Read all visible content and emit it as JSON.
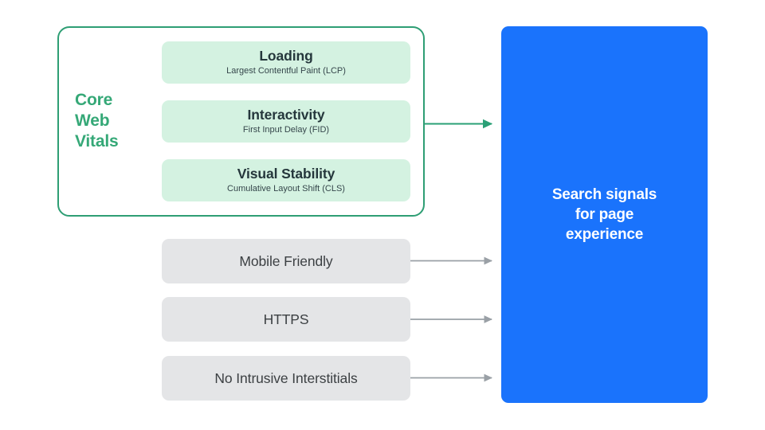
{
  "diagram": {
    "title": "Search signals for page experience",
    "colors": {
      "panel_border": "#2e9e74",
      "vital_card_bg": "#d4f2e1",
      "vital_label": "#35a877",
      "gray_card_bg": "#e4e5e7",
      "gray_label": "#3c4043",
      "blue_box_bg": "#1a73fc",
      "green_arrow": "#2aa076",
      "gray_arrow": "#9aa0a6",
      "background": "#ffffff"
    },
    "core_web_vitals": {
      "label_lines": [
        "Core",
        "Web",
        "Vitals"
      ],
      "label_text": "Core Web Vitals",
      "metrics": [
        {
          "title": "Loading",
          "subtitle": "Largest Contentful Paint (LCP)"
        },
        {
          "title": "Interactivity",
          "subtitle": "First Input Delay (FID)"
        },
        {
          "title": "Visual Stability",
          "subtitle": "Cumulative Layout Shift (CLS)"
        }
      ]
    },
    "other_signals": [
      {
        "label": "Mobile Friendly"
      },
      {
        "label": "HTTPS"
      },
      {
        "label": "No Intrusive Interstitials"
      }
    ],
    "output": {
      "lines": [
        "Search signals",
        "for page",
        "experience"
      ],
      "text": "Search signals for page experience"
    }
  }
}
